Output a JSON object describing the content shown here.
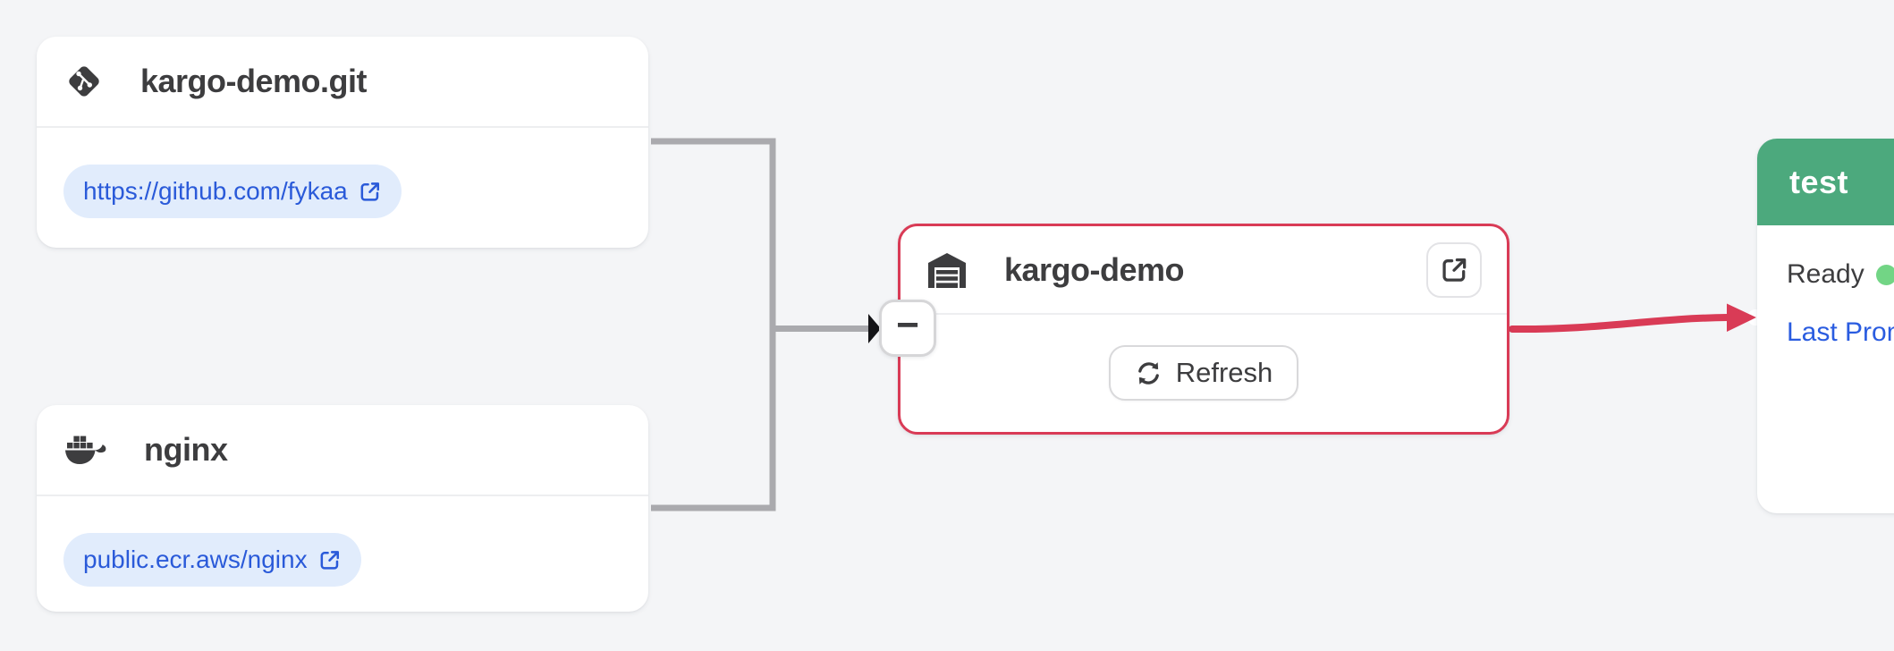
{
  "graph": {
    "background_color": "#f4f5f7",
    "subscription_edge_color": "#aaaaae",
    "promotion_edge_color": "#d93b56"
  },
  "nodes": {
    "git_repo": {
      "icon": "git-icon",
      "title": "kargo-demo.git",
      "link_label": "https://github.com/fykaa"
    },
    "image_repo": {
      "icon": "docker-icon",
      "title": "nginx",
      "link_label": "public.ecr.aws/nginx"
    },
    "warehouse": {
      "icon": "warehouse-icon",
      "title": "kargo-demo",
      "border_color": "#d93b56",
      "refresh_label": "Refresh",
      "collapse_label": "−"
    },
    "stage_test": {
      "title": "test",
      "header_color": "#4ca97d",
      "status_label": "Ready",
      "status_dot_color": "#72d585",
      "last_promotion_label": "Last Prom"
    }
  }
}
